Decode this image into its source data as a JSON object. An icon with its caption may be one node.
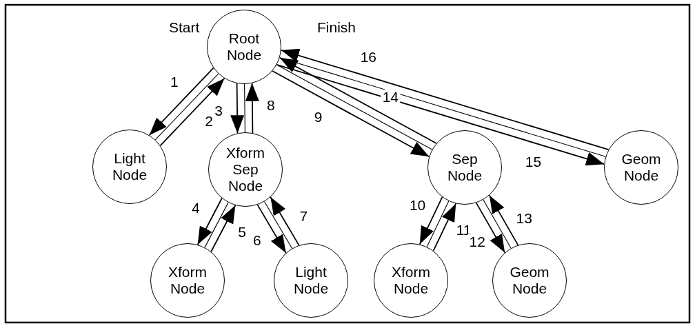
{
  "diagram": {
    "nodes": [
      {
        "text": [
          "Root Node"
        ]
      },
      {
        "text": [
          "Light Node"
        ]
      },
      {
        "text": [
          "Xform Sep Node"
        ]
      },
      {
        "text": [
          "Sep Node"
        ]
      },
      {
        "text": [
          "Geom Node"
        ]
      },
      {
        "text": [
          "Xform Node"
        ]
      },
      {
        "text": [
          "Light Node"
        ]
      },
      {
        "text": [
          "Xform Node"
        ]
      },
      {
        "text": [
          "Geom Node"
        ]
      }
    ],
    "edges": [
      {
        "from": 0,
        "to": 1,
        "arrow": "to",
        "label": "1"
      },
      {
        "from": 1,
        "to": 0,
        "arrow": "to",
        "label": "2"
      },
      {
        "from": 0,
        "to": 2,
        "arrow": "to",
        "label": "3"
      },
      {
        "from": 2,
        "to": 5,
        "arrow": "to",
        "label": "4"
      },
      {
        "from": 5,
        "to": 2,
        "arrow": "to",
        "label": "5"
      },
      {
        "from": 2,
        "to": 6,
        "arrow": "to",
        "label": "6"
      },
      {
        "from": 6,
        "to": 2,
        "arrow": "to",
        "label": "7"
      },
      {
        "from": 2,
        "to": 0,
        "arrow": "to",
        "label": "8"
      },
      {
        "from": 0,
        "to": 3,
        "arrow": "to",
        "label": "9"
      },
      {
        "from": 3,
        "to": 7,
        "arrow": "to",
        "label": "10"
      },
      {
        "from": 7,
        "to": 3,
        "arrow": "to",
        "label": "11"
      },
      {
        "from": 3,
        "to": 8,
        "arrow": "to",
        "label": "12"
      },
      {
        "from": 8,
        "to": 3,
        "arrow": "to",
        "label": "13"
      },
      {
        "from": 3,
        "to": 0,
        "arrow": "to",
        "label": "14"
      },
      {
        "from": 0,
        "to": 4,
        "arrow": "to",
        "label": "15"
      },
      {
        "from": 4,
        "to": 0,
        "arrow": "to",
        "label": "16"
      },
      {
        "from": 0,
        "to": 1,
        "arrow": "none"
      },
      {
        "from": 0,
        "to": 2,
        "arrow": "none"
      },
      {
        "from": 2,
        "to": 5,
        "arrow": "none"
      },
      {
        "from": 2,
        "to": 6,
        "arrow": "none"
      },
      {
        "from": 0,
        "to": 3,
        "arrow": "none"
      },
      {
        "from": 3,
        "to": 7,
        "arrow": "none"
      },
      {
        "from": 3,
        "to": 8,
        "arrow": "none"
      },
      {
        "from": 0,
        "to": 4,
        "arrow": "none"
      }
    ],
    "labels": [
      "Start",
      "Finish"
    ]
  }
}
